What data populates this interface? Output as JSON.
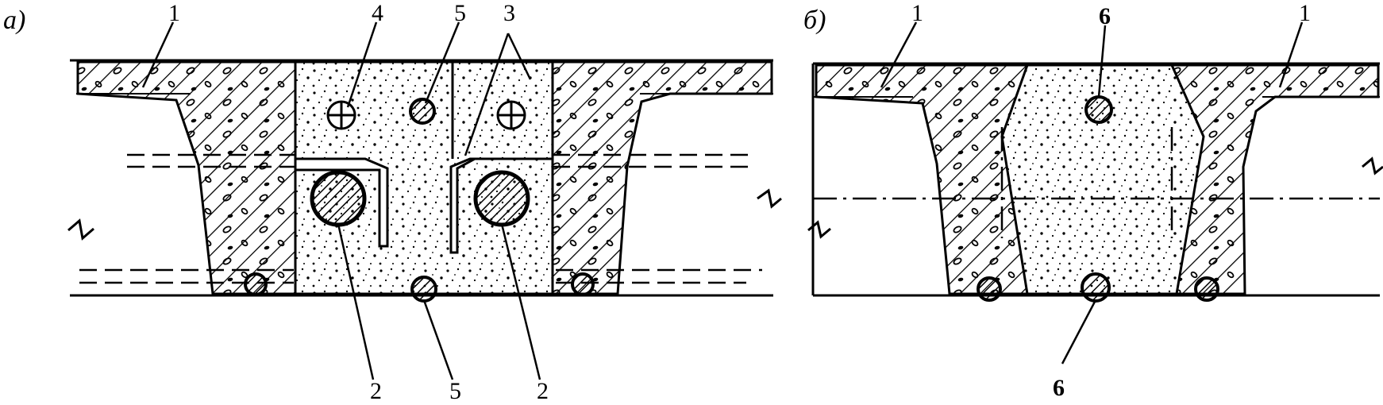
{
  "panels": [
    {
      "id": "a",
      "label": "а)",
      "callouts": [
        "1",
        "4",
        "5",
        "3",
        "2",
        "5",
        "2"
      ]
    },
    {
      "id": "b",
      "label": "б)",
      "callouts": [
        "1",
        "6",
        "1",
        "6"
      ]
    }
  ],
  "colors": {
    "ink": "#000000",
    "paper": "#ffffff"
  }
}
